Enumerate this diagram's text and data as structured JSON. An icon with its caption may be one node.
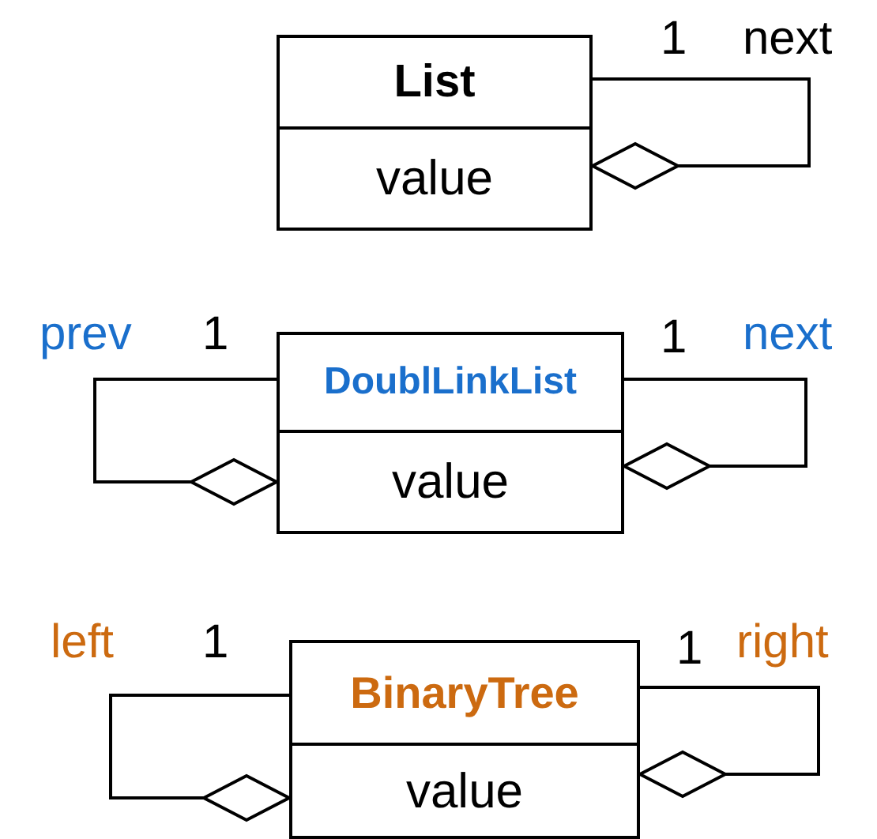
{
  "diagram": {
    "nodes": [
      {
        "text": [
          "List",
          "value"
        ]
      },
      {
        "text": [
          "DoublLinkList",
          "value"
        ]
      },
      {
        "text": [
          "BinaryTree",
          "value"
        ]
      }
    ],
    "edges": [
      {
        "from": 0,
        "to": 0,
        "arrow": "other",
        "label": "next"
      },
      {
        "from": 1,
        "to": 1,
        "arrow": "other",
        "label": "prev"
      },
      {
        "from": 1,
        "to": 1,
        "arrow": "other",
        "label": "next"
      },
      {
        "from": 2,
        "to": 2,
        "arrow": "other",
        "label": "left"
      },
      {
        "from": 2,
        "to": 2,
        "arrow": "other",
        "label": "right"
      }
    ],
    "labels": [
      "1",
      "1",
      "1",
      "1",
      "1"
    ]
  }
}
